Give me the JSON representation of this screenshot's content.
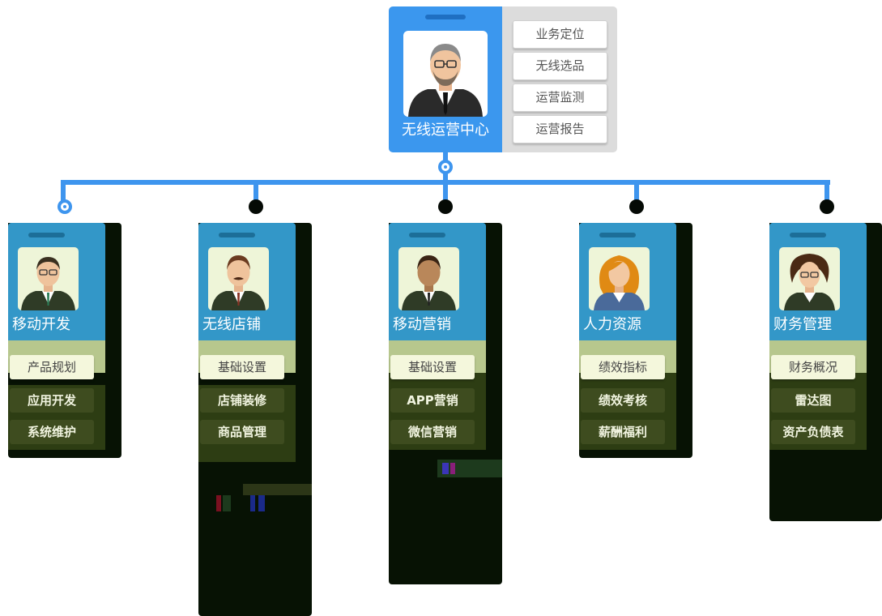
{
  "diagram_type": "org_chart",
  "center": {
    "name": "无线运营中心",
    "icon": "businessman-glasses-beard-icon",
    "duties": [
      "业务定位",
      "无线选品",
      "运营监测",
      "运营报告"
    ]
  },
  "departments": [
    {
      "name": "移动开发",
      "icon": "man-glasses-icon",
      "items": [
        "产品规划",
        "应用开发",
        "系统维护"
      ]
    },
    {
      "name": "无线店铺",
      "icon": "man-mustache-icon",
      "items": [
        "基础设置",
        "店铺装修",
        "商品管理"
      ]
    },
    {
      "name": "移动营销",
      "icon": "man-dark-skin-icon",
      "items": [
        "基础设置",
        "APP营销",
        "微信营销"
      ]
    },
    {
      "name": "人力资源",
      "icon": "woman-orange-hair-icon",
      "items": [
        "绩效指标",
        "绩效考核",
        "薪酬福利"
      ]
    },
    {
      "name": "财务管理",
      "icon": "woman-glasses-icon",
      "items": [
        "财务概况",
        "雷达图",
        "资产负债表"
      ]
    }
  ],
  "colors": {
    "center_card": "#3b97ee",
    "center_panel": "#dcdcdc",
    "connector": "#3e95ee",
    "dept_header": "#3397c8",
    "dept_panel": "#b7c78d",
    "dept_dark": "#071204"
  }
}
